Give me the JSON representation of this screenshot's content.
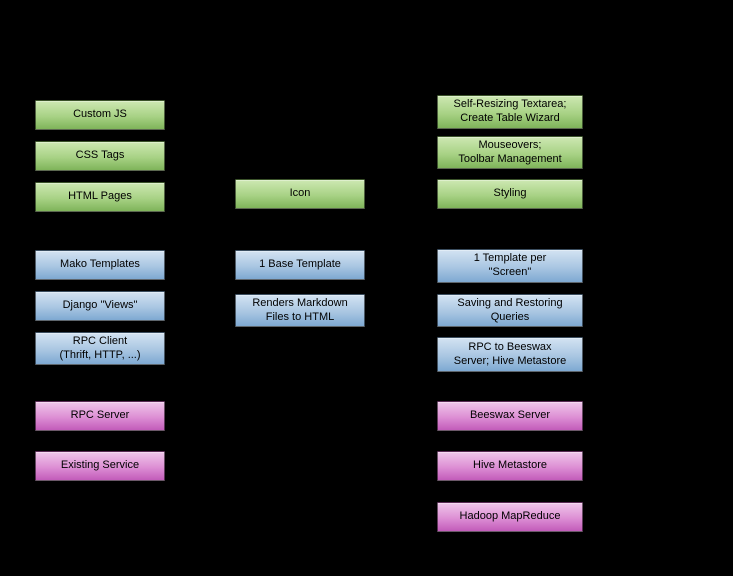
{
  "diagram": {
    "background": "#000000",
    "palette": {
      "green_top": "#cde8b2",
      "green_bottom": "#7fb45a",
      "blue_top": "#d3e3f2",
      "blue_bottom": "#7ea9d2",
      "magenta_top": "#efc6ea",
      "magenta_bottom": "#c25cba",
      "text": "#000000"
    },
    "boxes": {
      "custom_js": "Custom JS",
      "css_tags": "CSS Tags",
      "html_pages": "HTML Pages",
      "mako_templates": "Mako Templates",
      "django_views": "Django \"Views\"",
      "rpc_client": "RPC Client\n(Thrift, HTTP, ...)",
      "rpc_server": "RPC Server",
      "existing_service": "Existing Service",
      "icon": "Icon",
      "base_template": "1 Base Template",
      "renders_markdown": "Renders Markdown\nFiles to HTML",
      "self_resizing_textarea": "Self-Resizing Textarea;\nCreate Table Wizard",
      "mouseovers": "Mouseovers;\nToolbar Management",
      "styling": "Styling",
      "template_per_screen": "1 Template per\n\"Screen\"",
      "saving_queries": "Saving and Restoring\nQueries",
      "rpc_beeswax": "RPC to Beeswax\nServer; Hive Metastore",
      "beeswax_server": "Beeswax Server",
      "hive_metastore": "Hive Metastore",
      "hadoop_mapreduce": "Hadoop MapReduce"
    }
  }
}
